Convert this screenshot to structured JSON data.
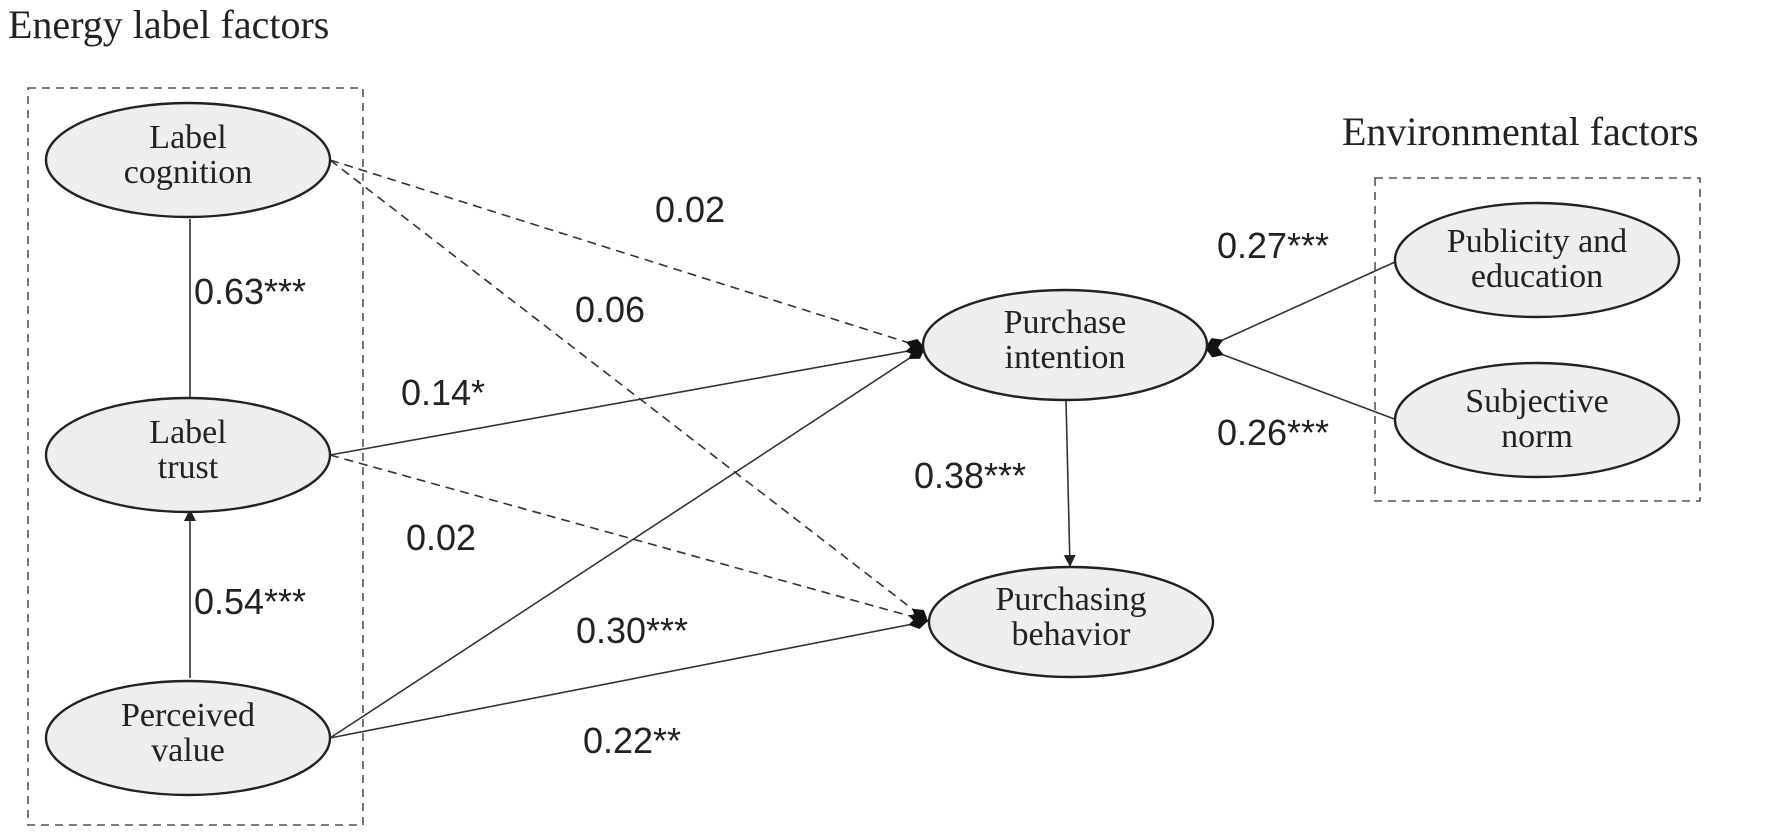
{
  "groups": {
    "energy_label": {
      "title": "Energy label factors"
    },
    "environmental": {
      "title": "Environmental factors"
    }
  },
  "nodes": {
    "label_cognition": [
      "Label",
      "cognition"
    ],
    "label_trust": [
      "Label",
      "trust"
    ],
    "perceived_value": [
      "Perceived",
      "value"
    ],
    "purchase_intention": [
      "Purchase",
      "intention"
    ],
    "purchasing_behavior": [
      "Purchasing",
      "behavior"
    ],
    "publicity_education": [
      "Publicity and",
      "education"
    ],
    "subjective_norm": [
      "Subjective",
      "norm"
    ]
  },
  "paths": [
    {
      "from": "label_cognition",
      "to": "label_trust",
      "coefficient": "0.63***",
      "style": "solid"
    },
    {
      "from": "perceived_value",
      "to": "label_trust",
      "coefficient": "0.54***",
      "style": "solid"
    },
    {
      "from": "label_cognition",
      "to": "purchase_intention",
      "coefficient": "0.02",
      "style": "dashed"
    },
    {
      "from": "label_cognition",
      "to": "purchasing_behavior",
      "coefficient": "0.06",
      "style": "dashed"
    },
    {
      "from": "label_trust",
      "to": "purchase_intention",
      "coefficient": "0.14*",
      "style": "solid"
    },
    {
      "from": "label_trust",
      "to": "purchasing_behavior",
      "coefficient": "0.02",
      "style": "dashed"
    },
    {
      "from": "perceived_value",
      "to": "purchase_intention",
      "coefficient": "0.30***",
      "style": "solid"
    },
    {
      "from": "perceived_value",
      "to": "purchasing_behavior",
      "coefficient": "0.22**",
      "style": "solid"
    },
    {
      "from": "purchase_intention",
      "to": "purchasing_behavior",
      "coefficient": "0.38***",
      "style": "solid"
    },
    {
      "from": "publicity_education",
      "to": "purchase_intention",
      "coefficient": "0.27***",
      "style": "solid"
    },
    {
      "from": "subjective_norm",
      "to": "purchase_intention",
      "coefficient": "0.26***",
      "style": "solid"
    }
  ]
}
